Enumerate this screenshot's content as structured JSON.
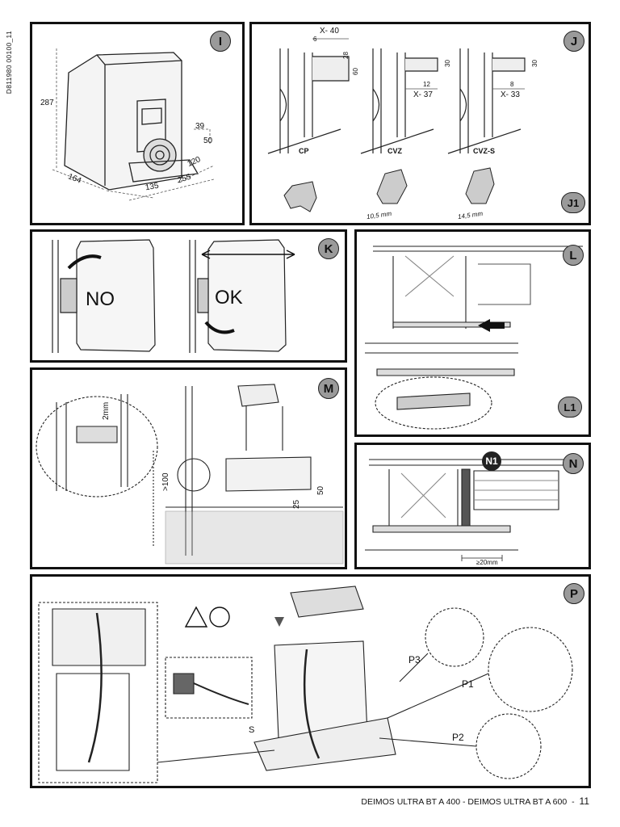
{
  "doc_code": "D811980 00100_11",
  "footer": {
    "text": "DEIMOS ULTRA BT A 400 - DEIMOS ULTRA BT A 600",
    "separator": "-",
    "page": "11"
  },
  "panel_i": {
    "badge": "I",
    "dims": [
      "287",
      "164",
      "135",
      "255",
      "120",
      "39",
      "50"
    ]
  },
  "panel_j": {
    "badge": "J",
    "badge2": "J1",
    "variants": [
      "CP",
      "CVZ",
      "CVZ-S"
    ],
    "dims": [
      "X- 40",
      "6",
      "28",
      "60",
      "30",
      "12",
      "X- 37",
      "30",
      "8",
      "X- 33"
    ],
    "j1_dims": [
      "10,5 mm",
      "14,5 mm"
    ]
  },
  "panel_k": {
    "badge": "K",
    "no": "NO",
    "ok": "OK"
  },
  "panel_l": {
    "badge": "L",
    "badge2": "L1"
  },
  "panel_m": {
    "badge": "M",
    "dims": [
      "2mm",
      ">100",
      "50",
      "25"
    ]
  },
  "panel_n": {
    "badge": "N",
    "badge2": "N1",
    "dim": "≥20mm"
  },
  "panel_p": {
    "badge": "P",
    "callouts": [
      "P3",
      "P1",
      "P2",
      "S"
    ]
  }
}
